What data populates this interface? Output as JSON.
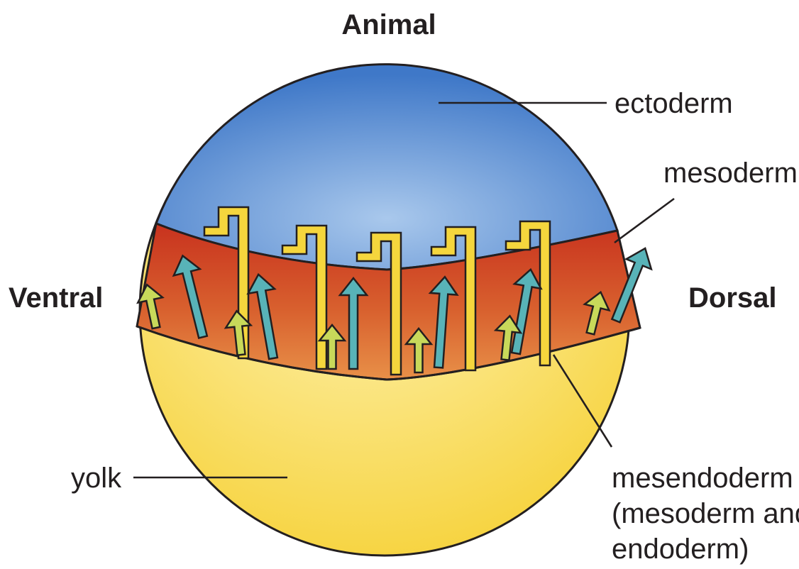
{
  "axis_labels": {
    "top": "Animal",
    "left": "Ventral",
    "right": "Dorsal"
  },
  "regions": {
    "ectoderm": "ectoderm",
    "mesoderm": "mesoderm",
    "yolk": "yolk",
    "mesendoderm": [
      "mesendoderm",
      "(mesoderm and",
      "endoderm)"
    ]
  },
  "colors": {
    "ectoderm_blue": "#3f78c8",
    "ectoderm_light": "#a9c8ec",
    "mesoderm_red": "#c8321e",
    "mesoderm_orange": "#e89048",
    "yolk_yellow": "#f6d23a",
    "yolk_light": "#fff6c0",
    "signal_yellow": "#f5d63d",
    "arrow_teal": "#58b3b8",
    "arrow_green": "#c8d95a",
    "outline": "#231f20"
  },
  "icons": {
    "signal_molecule": "signal-tbar-icon",
    "long_arrow": "teal-arrow-icon",
    "short_arrow": "green-arrow-icon"
  }
}
